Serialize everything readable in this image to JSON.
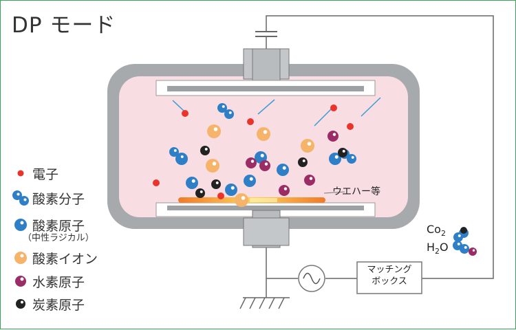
{
  "title": "DP モード",
  "legend": [
    {
      "label": "電子"
    },
    {
      "label": "酸素分子"
    },
    {
      "label": "酸素原子"
    },
    {
      "label": "酸素イオン"
    },
    {
      "label": "水素原子"
    },
    {
      "label": "炭素原子"
    }
  ],
  "legend_sub": "（中性ラジカル）",
  "wafer_label": "ウエハー等",
  "matching_box": {
    "line1": "マッチング",
    "line2": "ボックス"
  },
  "co2": {
    "main": "Co",
    "sub": "2"
  },
  "h2o": {
    "main1": "H",
    "sub": "2",
    "main2": "O"
  },
  "colors": {
    "electron": "#e8342a",
    "oxygen_molecule": "#2f7fc7",
    "oxygen_ion": "#f5b46a",
    "hydrogen": "#9b2c66",
    "carbon": "#222222",
    "chamber_wall": "#a7aaac",
    "plasma": "#f8dde3",
    "border": "#3aa35a"
  },
  "icons": [
    "ac-source-icon",
    "ground-icon",
    "capacitor-icon"
  ]
}
